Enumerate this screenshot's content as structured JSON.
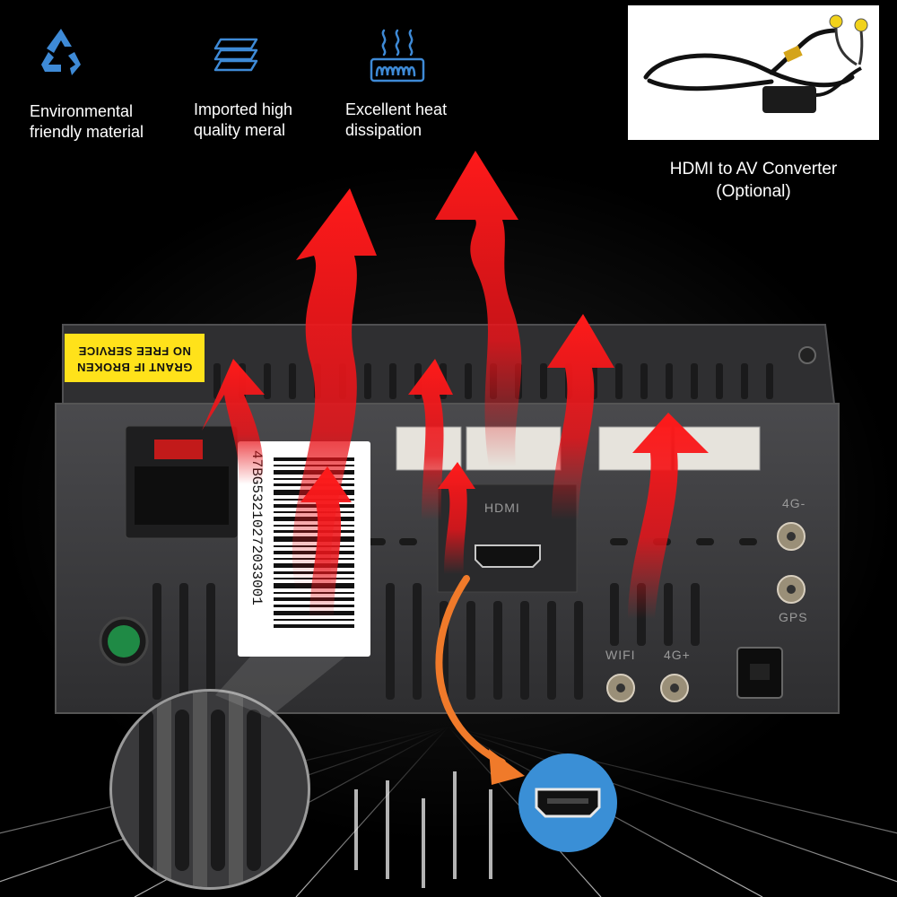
{
  "features": [
    {
      "icon": "recycle-icon",
      "label": "Environmental\nfriendly material"
    },
    {
      "icon": "layers-icon",
      "label": "Imported high\nquality meral"
    },
    {
      "icon": "heat-icon",
      "label": "Excellent heat\ndissipation"
    }
  ],
  "converter": {
    "caption": "HDMI to AV Converter\n(Optional)"
  },
  "warranty_sticker": {
    "line1": "GRANT IF BROKEN",
    "line2": "NO FREE SERVICE"
  },
  "barcode": {
    "number": "47BG53210272033001"
  },
  "port_labels": {
    "hdmi": "HDMI",
    "lte_minus": "4G-",
    "gps": "GPS",
    "wifi": "WIFI",
    "lte_plus": "4G+"
  },
  "colors": {
    "background": "#000000",
    "unit_body": "#3a3a3c",
    "heat_arrow": "#e8141a",
    "hdmi_callout": "#3a8fd6",
    "sticker": "#ffe21a",
    "connector_arrow": "#f07a2a"
  }
}
